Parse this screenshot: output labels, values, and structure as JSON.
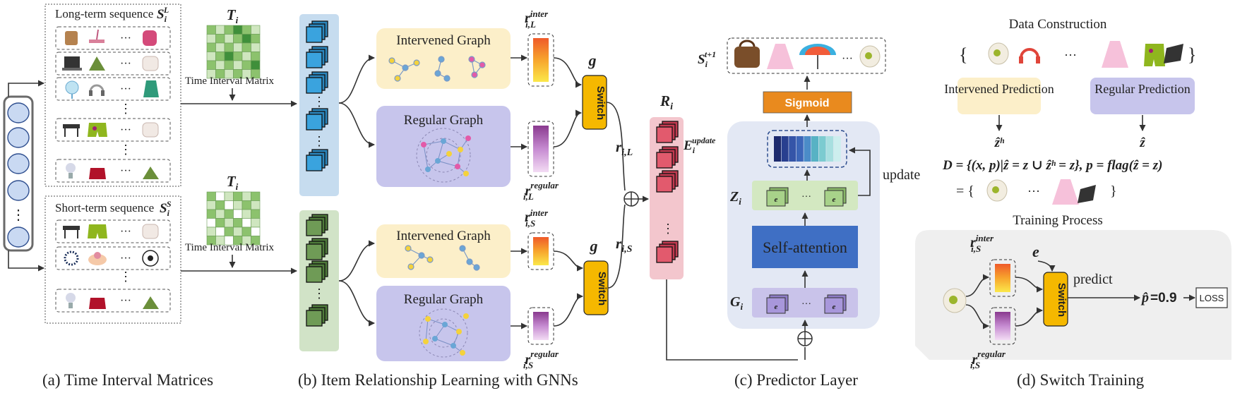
{
  "panel_a": {
    "caption": "(a) Time Interval Matrices",
    "long_title": "Long-term sequence",
    "long_symbol": "S",
    "long_sub": "i",
    "long_sup": "L",
    "short_title": "Short-term sequence",
    "short_symbol": "S",
    "short_sub": "i",
    "short_sup": "S",
    "matrix_symbol": "T",
    "matrix_sub": "i",
    "matrix_label": "Time Interval Matrix",
    "ellipsis": "···",
    "vdots": "⋮"
  },
  "panel_b": {
    "caption": "(b) Item Relationship Learning with GNNs",
    "intervened_graph": "Intervened Graph",
    "regular_graph": "Regular Graph",
    "r_inter_L_base": "r",
    "r_inter_L_sup": "inter",
    "r_inter_L_sub": "i,L",
    "r_regular_L_base": "r",
    "r_regular_L_sup": "regular",
    "r_regular_L_sub": "i,L",
    "r_inter_S_base": "r",
    "r_inter_S_sup": "inter",
    "r_inter_S_sub": "i,S",
    "r_regular_S_base": "r",
    "r_regular_S_sup": "regular",
    "r_regular_S_sub": "i,S",
    "switch": "Switch",
    "g": "g",
    "r_iL_base": "r",
    "r_iL_sub": "i,L",
    "r_iS_base": "r",
    "r_iS_sub": "i,S",
    "R_base": "R",
    "R_sub": "i",
    "oplus": "⊕"
  },
  "panel_c": {
    "caption": "(c) Predictor Layer",
    "s_next_base": "S",
    "s_next_sub": "i",
    "s_next_sup": "t+1",
    "sigmoid": "Sigmoid",
    "e_update_base": "E",
    "e_update_sub": "i",
    "e_update_sup": "update",
    "z_base": "Z",
    "z_sub": "i",
    "self_attention": "Self-attention",
    "g_base": "G",
    "g_sub": "i",
    "update": "update",
    "e_token": "e",
    "dots": "···",
    "oplus": "⊕"
  },
  "panel_d": {
    "caption": "(d) Switch Training",
    "data_construction": "Data Construction",
    "brace_open": "{",
    "brace_close": "}",
    "dots": "···",
    "intervened_prediction": "Intervened Prediction",
    "regular_prediction": "Regular Prediction",
    "z_hat_h": "ẑʰ",
    "z_hat": "ẑ",
    "formula_d": "D = {(x, p)|ẑ = z ∪ ẑʰ = z}, p = flag(ẑ = z)",
    "formula_eq": "= {",
    "training_process": "Training Process",
    "r_inter_base": "r",
    "r_inter_sup": "inter",
    "r_inter_sub": "i,S",
    "r_regular_base": "r",
    "r_regular_sup": "regular",
    "r_regular_sub": "i,S",
    "e": "e",
    "predict": "predict",
    "switch": "Switch",
    "p_hat": "p̂",
    "p_value": "=0.9",
    "loss": "LOSS"
  },
  "colors": {
    "intervened_fill": "#fcefc9",
    "regular_fill": "#c7c5ec",
    "switch_fill": "#f5b800",
    "sigmoid_fill": "#e98a1e",
    "self_attention_fill": "#3f6fc4",
    "predictor_bg": "#e3e8f4",
    "blue_stack": "#3aa3de",
    "green_stack": "#6f9b56",
    "red_stack": "#e25a6d",
    "switch_training_bg": "#efefef"
  }
}
